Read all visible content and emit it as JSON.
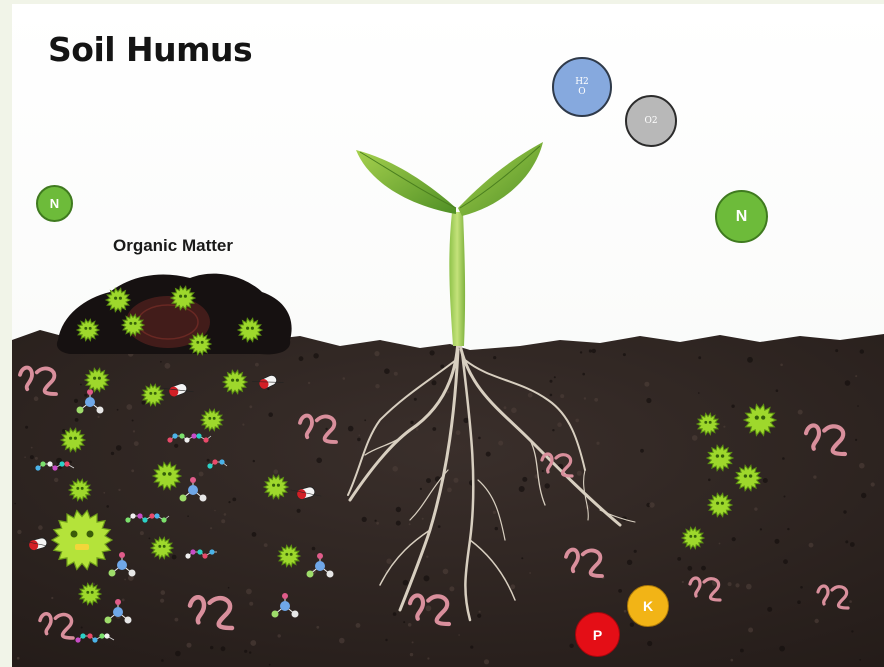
{
  "title": "Soil Humus",
  "labels": {
    "organic_matter": "Organic Matter"
  },
  "elements": {
    "nitrogen_left": "N",
    "nitrogen_right": "N",
    "water": "H2\nO",
    "oxygen": "O2",
    "potassium": "K",
    "phosphorus": "P"
  },
  "colors": {
    "soil": "#2d2421",
    "nitrogen": "#6dbb3a",
    "water": "#86a9de",
    "oxygen": "#b8b8b8",
    "potassium": "#f2b416",
    "phosphorus": "#e40e16",
    "worm": "#d98f9c",
    "microbe": "#9ed82c"
  }
}
